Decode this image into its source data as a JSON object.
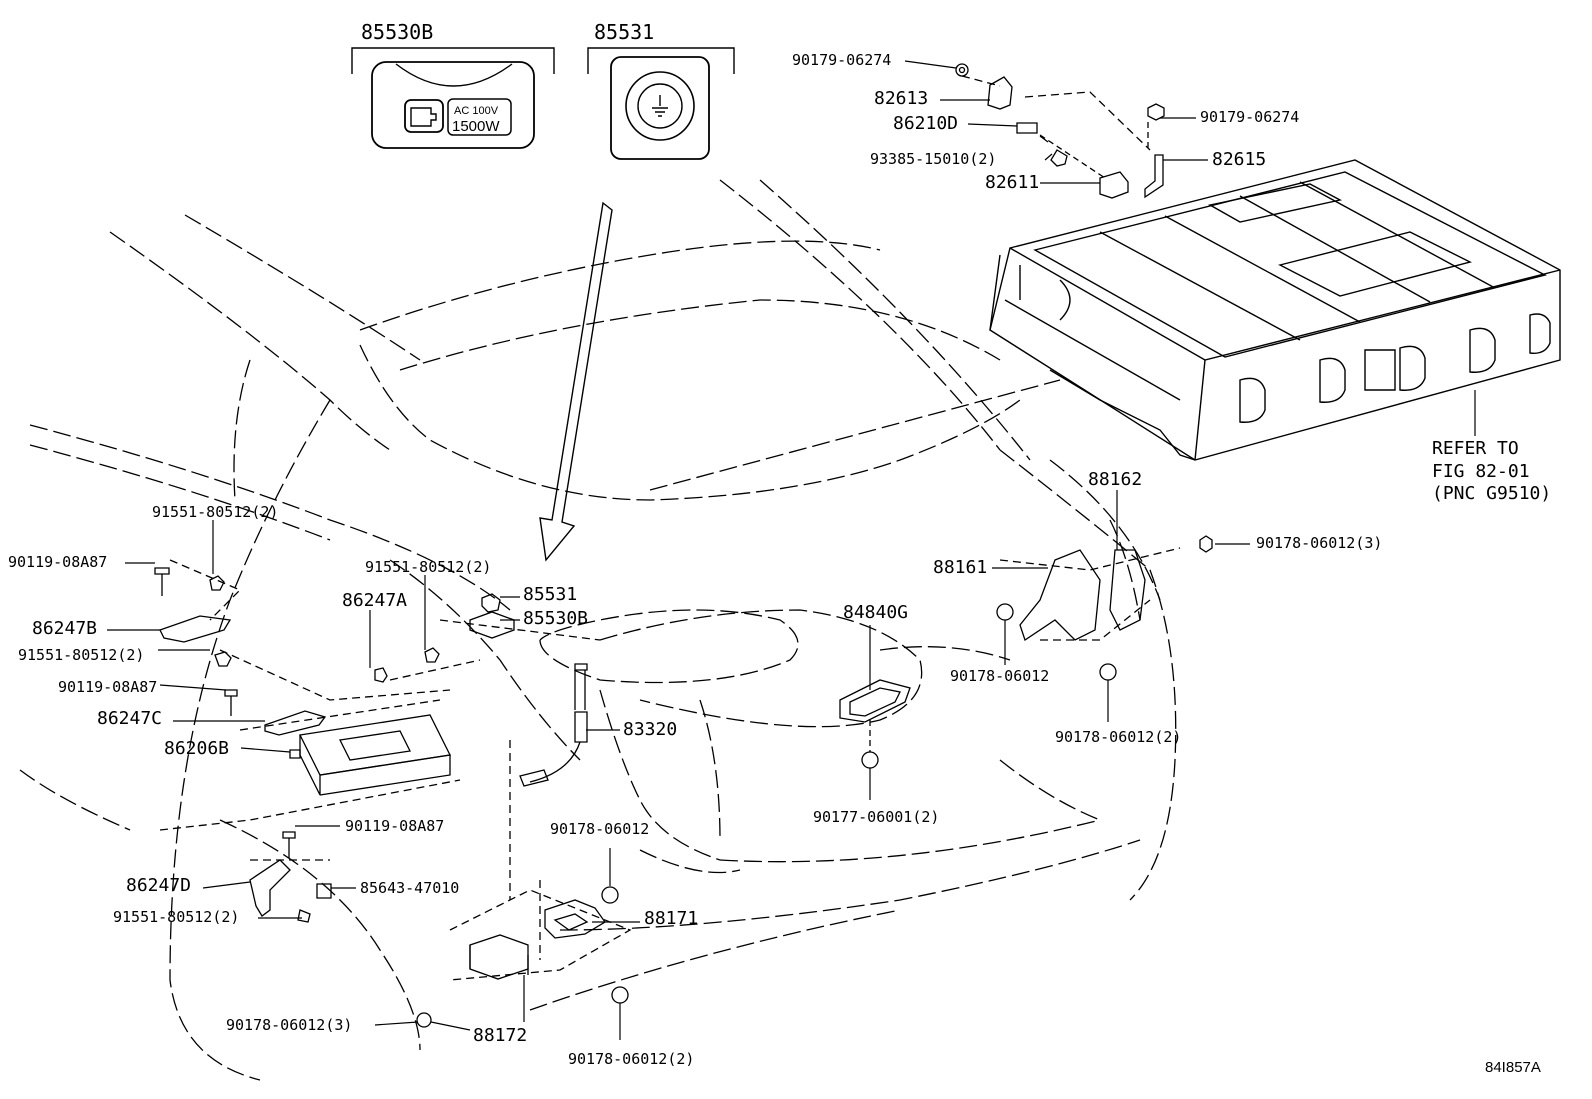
{
  "insets": {
    "left": {
      "part": "85530B",
      "text_line1": "AC 100V",
      "text_line2": "1500W"
    },
    "right": {
      "part": "85531"
    }
  },
  "labels": {
    "p90179_06274_a": "90179-06274",
    "p82613": "82613",
    "p86210D": "86210D",
    "p93385_15010": "93385-15010(2)",
    "p82611": "82611",
    "p90179_06274_b": "90179-06274",
    "p82615": "82615",
    "refer_line1": "REFER TO",
    "refer_line2": "FIG 82-01",
    "refer_line3": "(PNC G9510)",
    "p88162": "88162",
    "p90178_06012_3_top": "90178-06012(3)",
    "p88161": "88161",
    "p90178_06012_mid": "90178-06012",
    "p90178_06012_2_right": "90178-06012(2)",
    "p84840G": "84840G",
    "p90177_06001": "90177-06001(2)",
    "p91551_80512_a": "91551-80512(2)",
    "p90119_08A87_a": "90119-08A87",
    "p86247B": "86247B",
    "p91551_80512_b": "91551-80512(2)",
    "p90119_08A87_b": "90119-08A87",
    "p86247C": "86247C",
    "p86206B": "86206B",
    "p91551_80512_c": "91551-80512(2)",
    "p86247A": "86247A",
    "p85531": "85531",
    "p85530B": "85530B",
    "p83320": "83320",
    "p90119_08A87_c": "90119-08A87",
    "p85643_47010": "85643-47010",
    "p86247D": "86247D",
    "p91551_80512_d": "91551-80512(2)",
    "p90178_06012_low": "90178-06012",
    "p88171": "88171",
    "p90178_06012_3_bottom": "90178-06012(3)",
    "p88172": "88172",
    "p90178_06012_2_bottom": "90178-06012(2)",
    "figure_code": "84I857A"
  }
}
